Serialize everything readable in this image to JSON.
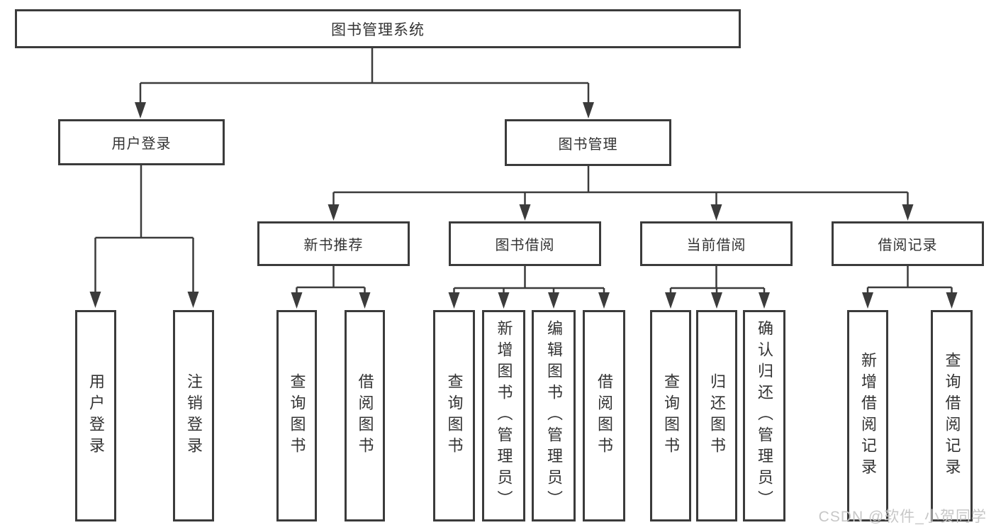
{
  "diagram_title": "图书管理系统",
  "colors": {
    "line": "#3b3b3b",
    "text": "#333333",
    "box_background": "#ffffff",
    "watermark": "#c7c7c7"
  },
  "root": {
    "label": "图书管理系统"
  },
  "level2": [
    {
      "label": "用户登录"
    },
    {
      "label": "图书管理"
    }
  ],
  "level3": [
    {
      "label": "新书推荐",
      "parent": "图书管理"
    },
    {
      "label": "图书借阅",
      "parent": "图书管理"
    },
    {
      "label": "当前借阅",
      "parent": "图书管理"
    },
    {
      "label": "借阅记录",
      "parent": "图书管理"
    }
  ],
  "leaves": [
    {
      "label": "用户登录",
      "parent": "用户登录"
    },
    {
      "label": "注销登录",
      "parent": "用户登录"
    },
    {
      "label": "查询图书",
      "parent": "新书推荐"
    },
    {
      "label": "借阅图书",
      "parent": "新书推荐"
    },
    {
      "label": "查询图书",
      "parent": "图书借阅"
    },
    {
      "label": "新增图书（管理员）",
      "parent": "图书借阅"
    },
    {
      "label": "编辑图书（管理员）",
      "parent": "图书借阅"
    },
    {
      "label": "借阅图书",
      "parent": "图书借阅"
    },
    {
      "label": "查询图书",
      "parent": "当前借阅"
    },
    {
      "label": "归还图书",
      "parent": "当前借阅"
    },
    {
      "label": "确认归还（管理员）",
      "parent": "当前借阅"
    },
    {
      "label": "新增借阅记录",
      "parent": "借阅记录"
    },
    {
      "label": "查询借阅记录",
      "parent": "借阅记录"
    }
  ],
  "watermark": "CSDN @软件_小贺同学"
}
